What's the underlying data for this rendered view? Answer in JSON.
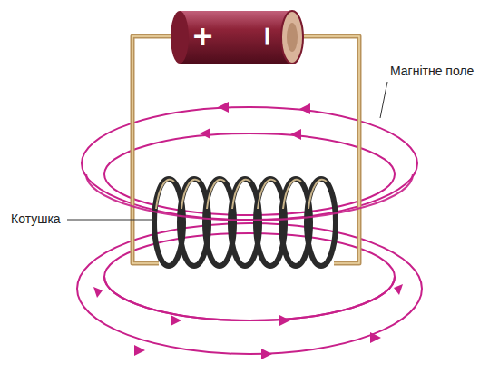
{
  "diagram": {
    "labels": [
      "+",
      "−",
      "Магнітне поле",
      "Котушка"
    ]
  }
}
